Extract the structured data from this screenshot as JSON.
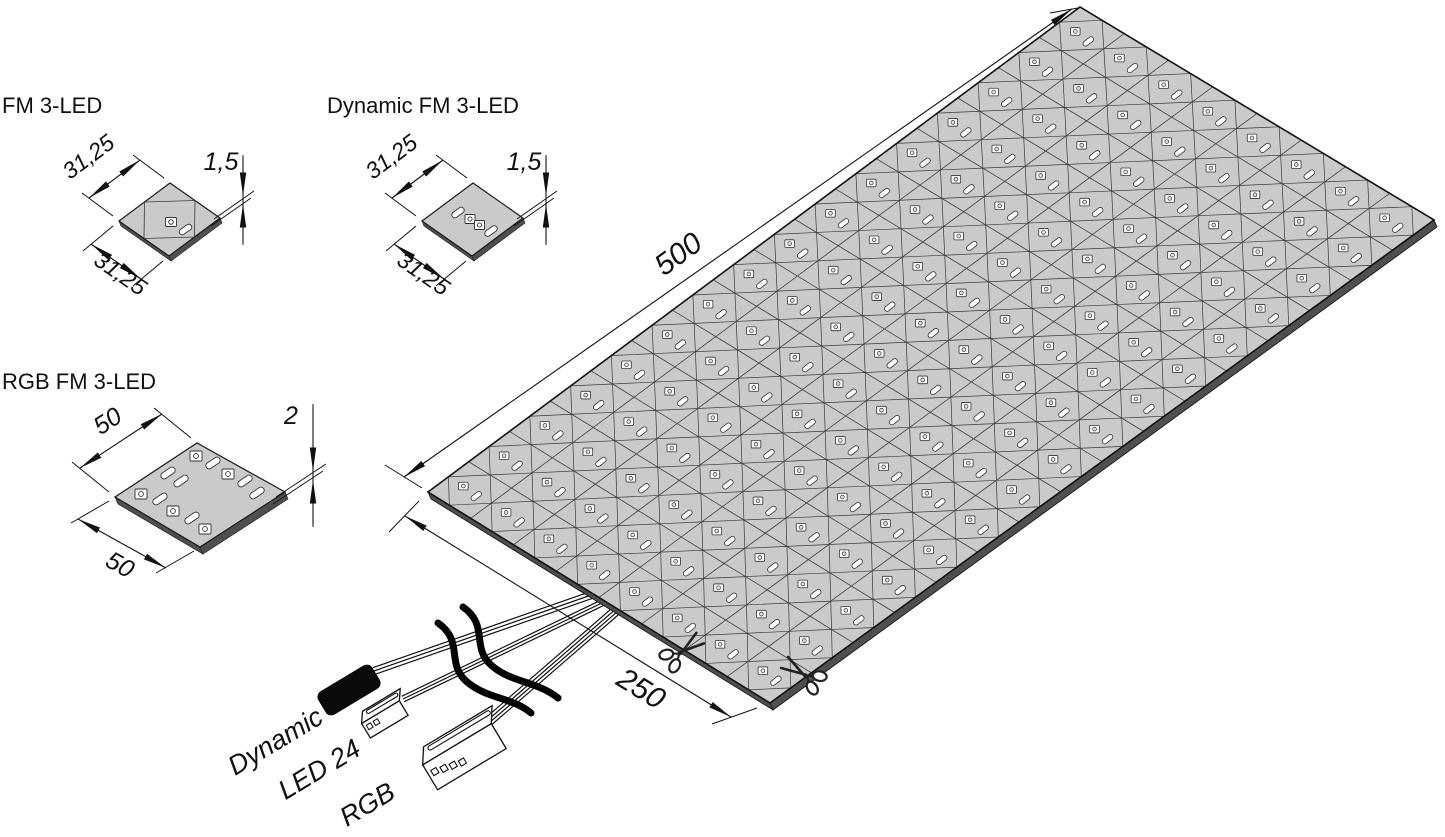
{
  "modules": [
    {
      "id": "fm-3-led",
      "label": "FM 3-LED",
      "dim_width": "31,25",
      "dim_depth": "31,25",
      "dim_thickness": "1,5"
    },
    {
      "id": "dynamic-fm-3-led",
      "label": "Dynamic FM 3-LED",
      "dim_width": "31,25",
      "dim_depth": "31,25",
      "dim_thickness": "1,5"
    },
    {
      "id": "rgb-fm-3-led",
      "label": "RGB FM 3-LED",
      "dim_width": "50",
      "dim_depth": "50",
      "dim_thickness": "2"
    }
  ],
  "panel": {
    "dim_length": "500",
    "dim_width": "250",
    "cols": 16,
    "rows": 8,
    "cut_marks": 2,
    "cut_icon": "scissors"
  },
  "connectors": [
    {
      "label": "Dynamic",
      "pins": 0,
      "style": "black-plug"
    },
    {
      "label": "LED 24",
      "pins": 2,
      "style": "white-plug"
    },
    {
      "label": "RGB",
      "pins": 4,
      "style": "white-plug"
    }
  ],
  "colors": {
    "background": "#ffffff",
    "tile_fill": "#cacaca",
    "tile_line": "#3a3a3a",
    "edge_dark": "#4f4f4f",
    "ink": "#111111",
    "component_fill": "#ffffff"
  }
}
